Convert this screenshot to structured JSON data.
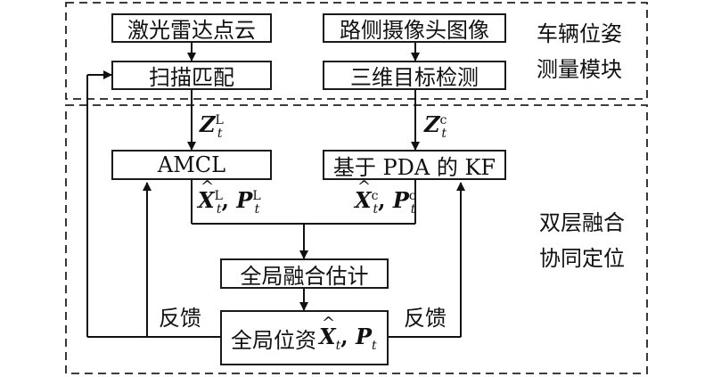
{
  "modules": {
    "measurement_line1": "车辆位姿",
    "measurement_line2": "测量模块",
    "fusion_line1": "双层融合",
    "fusion_line2": "协同定位"
  },
  "boxes": {
    "lidar": "激光雷达点云",
    "camera": "路侧摄像头图像",
    "scan_match": "扫描匹配",
    "detect3d": "三维目标检测",
    "amcl": "AMCL",
    "pda_kf": "基于 PDA 的 KF",
    "global_fusion": "全局融合估计",
    "global_pose": "全局位资"
  },
  "math": {
    "z": "Z",
    "x": "X",
    "p": "P",
    "t": "t",
    "sup_L": "L",
    "sup_c": "c",
    "comma": ","
  },
  "feedback": {
    "left": "反馈",
    "right": "反馈"
  }
}
